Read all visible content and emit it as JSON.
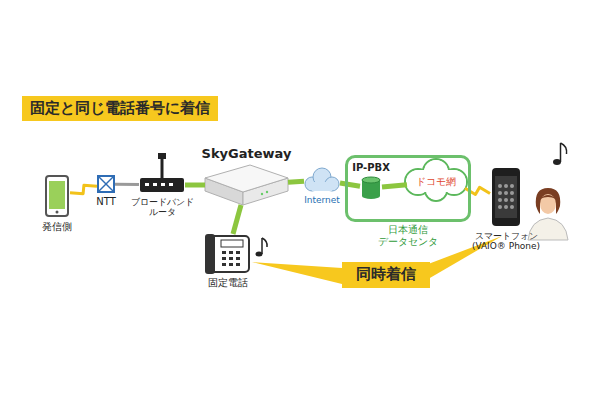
{
  "diagram": {
    "title": "固定と同じ電話番号に着信",
    "nodes": [
      {
        "text": [
          "発信側"
        ]
      },
      {
        "text": [
          "NTT"
        ]
      },
      {
        "text": [
          "ブロードバンド ルータ"
        ]
      },
      {
        "text": [
          "SkyGateway"
        ]
      },
      {
        "text": [
          "固定電話"
        ]
      },
      {
        "text": [
          "Internet"
        ]
      },
      {
        "text": [
          "日本通信 データセンタ"
        ]
      },
      {
        "text": [
          "IP-PBX"
        ],
        "in": 6
      },
      {
        "text": [
          "ドコモ網"
        ],
        "in": 6
      },
      {
        "text": [
          "スマートフォン (VAIO® Phone)"
        ]
      },
      {
        "text": [
          "同時着信"
        ]
      }
    ],
    "edges": [
      {
        "from": 0,
        "to": 1,
        "arrow": "none"
      },
      {
        "from": 1,
        "to": 2,
        "arrow": "none"
      },
      {
        "from": 2,
        "to": 3,
        "arrow": "none"
      },
      {
        "from": 3,
        "to": 4,
        "arrow": "none"
      },
      {
        "from": 3,
        "to": 5,
        "arrow": "none"
      },
      {
        "from": 5,
        "to": 7,
        "arrow": "none"
      },
      {
        "from": 7,
        "to": 8,
        "arrow": "none"
      },
      {
        "from": 8,
        "to": 9,
        "arrow": "none"
      }
    ]
  }
}
